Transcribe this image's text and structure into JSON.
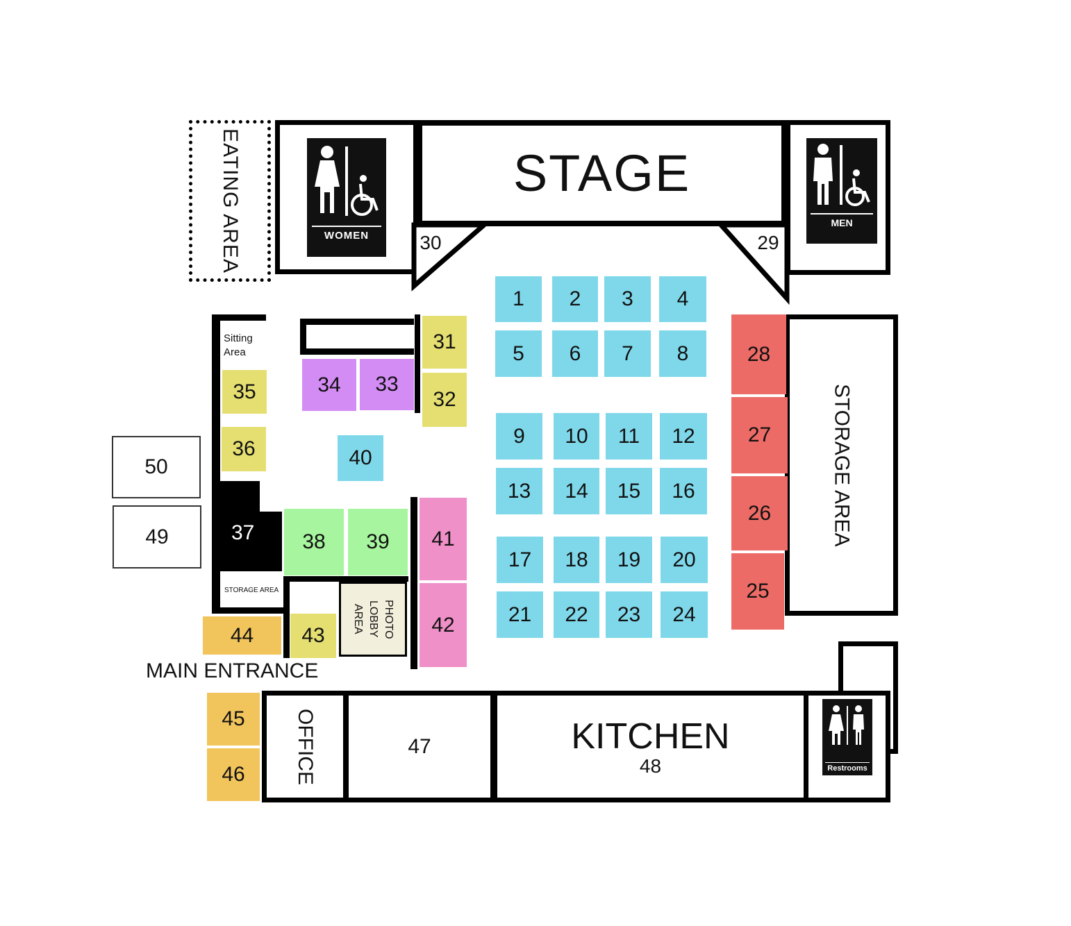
{
  "rooms": {
    "stage": "STAGE",
    "eating_area": "EATING AREA",
    "storage_area_right": "STORAGE AREA",
    "storage_area_small": "STORAGE AREA",
    "sitting_area_line1": "Sitting",
    "sitting_area_line2": "Area",
    "photo_lobby": "PHOTO LOBBY AREA",
    "main_entrance": "MAIN ENTRANCE",
    "office": "OFFICE",
    "kitchen": "KITCHEN",
    "kitchen_number": "48",
    "room_47": "47"
  },
  "signs": {
    "women": "WOMEN",
    "men": "MEN",
    "restrooms": "Restrooms"
  },
  "booths": [
    {
      "id": "b1",
      "label": "1",
      "color": "#7fd8ea"
    },
    {
      "id": "b2",
      "label": "2",
      "color": "#7fd8ea"
    },
    {
      "id": "b3",
      "label": "3",
      "color": "#7fd8ea"
    },
    {
      "id": "b4",
      "label": "4",
      "color": "#7fd8ea"
    },
    {
      "id": "b5",
      "label": "5",
      "color": "#7fd8ea"
    },
    {
      "id": "b6",
      "label": "6",
      "color": "#7fd8ea"
    },
    {
      "id": "b7",
      "label": "7",
      "color": "#7fd8ea"
    },
    {
      "id": "b8",
      "label": "8",
      "color": "#7fd8ea"
    },
    {
      "id": "b9",
      "label": "9",
      "color": "#7fd8ea"
    },
    {
      "id": "b10",
      "label": "10",
      "color": "#7fd8ea"
    },
    {
      "id": "b11",
      "label": "11",
      "color": "#7fd8ea"
    },
    {
      "id": "b12",
      "label": "12",
      "color": "#7fd8ea"
    },
    {
      "id": "b13",
      "label": "13",
      "color": "#7fd8ea"
    },
    {
      "id": "b14",
      "label": "14",
      "color": "#7fd8ea"
    },
    {
      "id": "b15",
      "label": "15",
      "color": "#7fd8ea"
    },
    {
      "id": "b16",
      "label": "16",
      "color": "#7fd8ea"
    },
    {
      "id": "b17",
      "label": "17",
      "color": "#7fd8ea"
    },
    {
      "id": "b18",
      "label": "18",
      "color": "#7fd8ea"
    },
    {
      "id": "b19",
      "label": "19",
      "color": "#7fd8ea"
    },
    {
      "id": "b20",
      "label": "20",
      "color": "#7fd8ea"
    },
    {
      "id": "b21",
      "label": "21",
      "color": "#7fd8ea"
    },
    {
      "id": "b22",
      "label": "22",
      "color": "#7fd8ea"
    },
    {
      "id": "b23",
      "label": "23",
      "color": "#7fd8ea"
    },
    {
      "id": "b24",
      "label": "24",
      "color": "#7fd8ea"
    },
    {
      "id": "b25",
      "label": "25",
      "color": "#ec6b66"
    },
    {
      "id": "b26",
      "label": "26",
      "color": "#ec6b66"
    },
    {
      "id": "b27",
      "label": "27",
      "color": "#ec6b66"
    },
    {
      "id": "b28",
      "label": "28",
      "color": "#ec6b66"
    },
    {
      "id": "b29",
      "label": "29",
      "color": "#ffffff"
    },
    {
      "id": "b30",
      "label": "30",
      "color": "#ffffff"
    },
    {
      "id": "b31",
      "label": "31",
      "color": "#e5df72"
    },
    {
      "id": "b32",
      "label": "32",
      "color": "#e5df72"
    },
    {
      "id": "b33",
      "label": "33",
      "color": "#d48cf5"
    },
    {
      "id": "b34",
      "label": "34",
      "color": "#d48cf5"
    },
    {
      "id": "b35",
      "label": "35",
      "color": "#e5df72"
    },
    {
      "id": "b36",
      "label": "36",
      "color": "#e5df72"
    },
    {
      "id": "b37",
      "label": "37",
      "color": "#000000"
    },
    {
      "id": "b38",
      "label": "38",
      "color": "#a7f59e"
    },
    {
      "id": "b39",
      "label": "39",
      "color": "#a7f59e"
    },
    {
      "id": "b40",
      "label": "40",
      "color": "#7fd8ea"
    },
    {
      "id": "b41",
      "label": "41",
      "color": "#ef90c8"
    },
    {
      "id": "b42",
      "label": "42",
      "color": "#ef90c8"
    },
    {
      "id": "b43",
      "label": "43",
      "color": "#e5df72"
    },
    {
      "id": "b44",
      "label": "44",
      "color": "#f2c55c"
    },
    {
      "id": "b45",
      "label": "45",
      "color": "#f2c55c"
    },
    {
      "id": "b46",
      "label": "46",
      "color": "#f2c55c"
    },
    {
      "id": "b49",
      "label": "49",
      "color": "#ffffff"
    },
    {
      "id": "b50",
      "label": "50",
      "color": "#ffffff"
    }
  ]
}
